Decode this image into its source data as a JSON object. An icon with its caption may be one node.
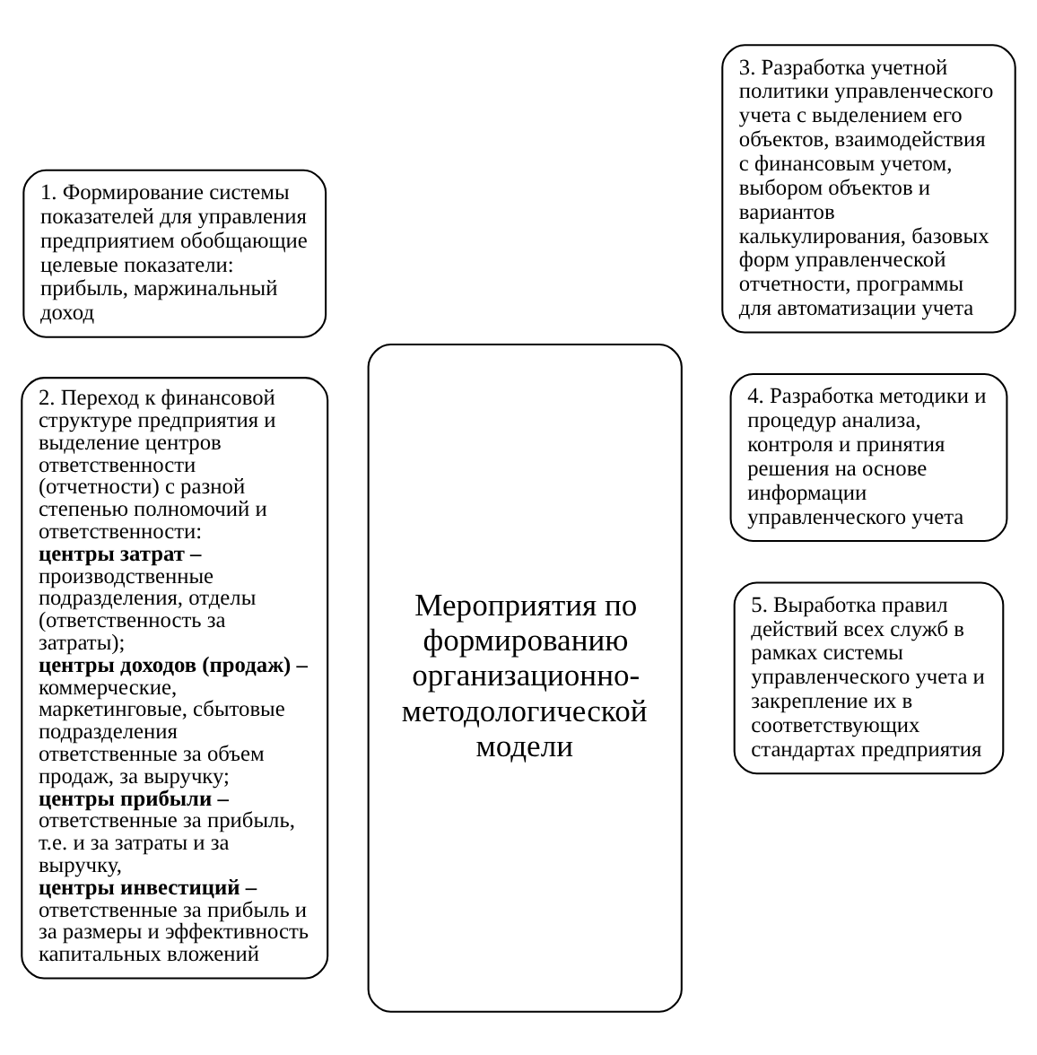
{
  "diagram": {
    "nodes": [
      {
        "text": [
          "1. Формирование системы показателей для управления предприятием обобщающие целевые показатели: прибыль, маржинальный доход"
        ]
      },
      {
        "text": [
          "2. Переход к финансовой структуре предприятия и выделение центров ответственности (отчетности) с разной степенью полномочий и ответственности:",
          "**центры затрат –** производственные подразделения, отделы (ответственность за затраты);",
          "**центры доходов (продаж) –** коммерческие, маркетинговые, сбытовые подразделения ответственные за объем продаж, за выручку;",
          "**центры прибыли –** ответственные за прибыль, т.е. и за затраты и за выручку,",
          "**центры инвестиций –** ответственные за прибыль и за размеры и эффективность капитальных вложений"
        ]
      },
      {
        "text": [
          "Мероприятия по формированию организационно-методологической модели"
        ]
      },
      {
        "text": [
          "3. Разработка учетной политики управленческого учета с выделением его объектов, взаимодействия с финансовым учетом, выбором объектов и вариантов калькулирования, базовых форм управленческой отчетности, программы для автоматизации учета"
        ]
      },
      {
        "text": [
          "4. Разработка методики и процедур анализа, контроля и принятия решения на основе информации управленческого учета"
        ]
      },
      {
        "text": [
          "5. Выработка правил действий всех служб в рамках системы управленческого учета и закрепление их в соответствующих стандартах предприятия"
        ]
      }
    ]
  }
}
